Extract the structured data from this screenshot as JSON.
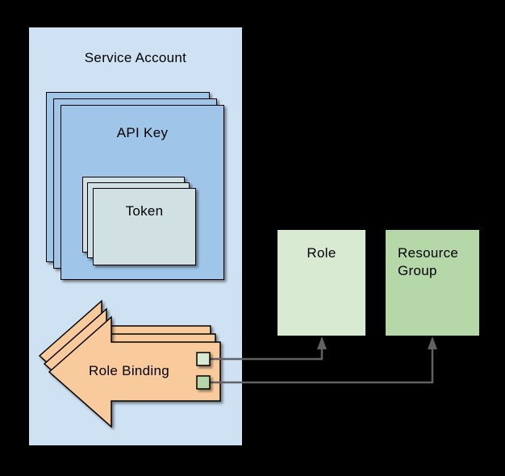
{
  "diagram": {
    "background": "#000000",
    "outline_color": "#000000",
    "nodes": {
      "service_account": {
        "label": "Service Account",
        "fill": "#CFE2F3",
        "type": "container"
      },
      "api_key": {
        "label": "API Key",
        "fill": "#9FC5E8",
        "stack_count": 3
      },
      "token": {
        "label": "Token",
        "fill": "#D0E0E3",
        "stack_count": 3
      },
      "role_binding": {
        "label": "Role Binding",
        "fill": "#F9CB9C",
        "stack_count": 3,
        "shape": "left-arrow"
      },
      "role": {
        "label": "Role",
        "fill": "#D9EAD3"
      },
      "resource_group": {
        "label": "Resource Group",
        "fill": "#B6D7A8"
      }
    },
    "ports": {
      "role_port": {
        "fill": "#D9EAD3"
      },
      "resource_group_port": {
        "fill": "#B6D7A8"
      }
    },
    "connectors": {
      "color": "#616161",
      "edges": [
        {
          "from": "role_binding.role_port",
          "to": "role"
        },
        {
          "from": "role_binding.resource_group_port",
          "to": "resource_group"
        }
      ]
    }
  }
}
